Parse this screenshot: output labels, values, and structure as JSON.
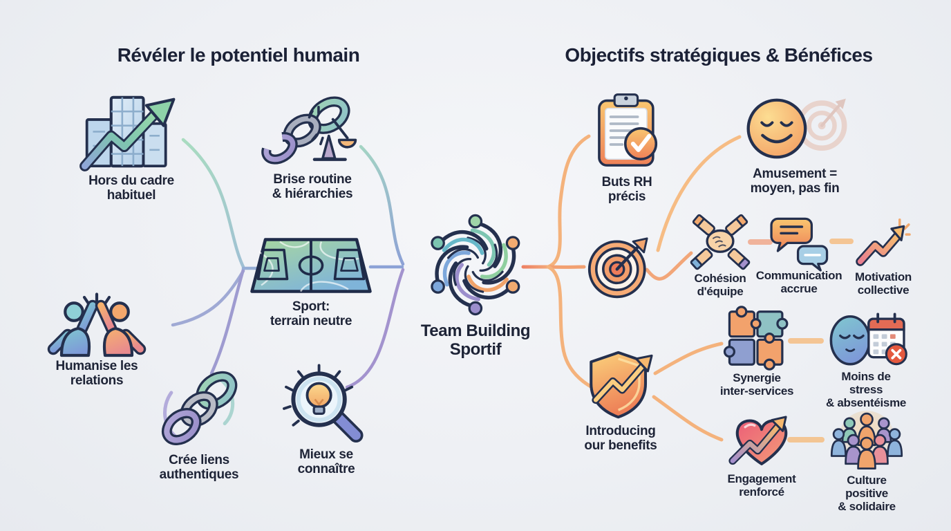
{
  "diagram": {
    "type": "mindmap-infographic",
    "center": {
      "label": "Team Building\nSportif"
    },
    "left": {
      "title": "Révéler le potentiel humain",
      "nodes": {
        "hors_cadre": {
          "icon": "building-growth-icon",
          "label": "Hors du cadre\nhabituel"
        },
        "brise": {
          "icon": "broken-chain-scale-icon",
          "label": "Brise routine\n& hiérarchies"
        },
        "sport": {
          "icon": "sports-field-icon",
          "label": "Sport:\nterrain neutre"
        },
        "humanise": {
          "icon": "high-five-people-icon",
          "label": "Humanise les\nrelations"
        },
        "liens": {
          "icon": "chain-links-icon",
          "label": "Crée liens\nauthentiques"
        },
        "connaitre": {
          "icon": "magnifier-lightbulb-icon",
          "label": "Mieux se\nconnaître"
        }
      }
    },
    "right": {
      "title": "Objectifs stratégiques & Bénéfices",
      "nodes": {
        "buts_rh": {
          "icon": "clipboard-check-icon",
          "label": "Buts RH\nprécis"
        },
        "amusement": {
          "icon": "smiley-target-icon",
          "label": "Amusement =\nmoyen, pas fin"
        },
        "target_hub": {
          "icon": "target-arrow-icon",
          "label": ""
        },
        "cohesion": {
          "icon": "hands-together-icon",
          "label": "Cohésion\nd'équipe"
        },
        "communication": {
          "icon": "speech-bubbles-icon",
          "label": "Communication\naccrue"
        },
        "motivation": {
          "icon": "rising-arrow-icon",
          "label": "Motivation\ncollective"
        },
        "benefits": {
          "icon": "shield-growth-icon",
          "label": "Introducing\nour benefits"
        },
        "synergie": {
          "icon": "puzzle-pieces-icon",
          "label": "Synergie\ninter-services"
        },
        "stress": {
          "icon": "calm-face-calendar-icon",
          "label": "Moins de stress\n& absentéisme"
        },
        "engagement": {
          "icon": "heart-arrow-icon",
          "label": "Engagement\nrenforcé"
        },
        "culture": {
          "icon": "people-group-icon",
          "label": "Culture positive\n& solidaire"
        }
      }
    },
    "palette": {
      "background": "#eef0f4",
      "text": "#1d2336",
      "left_line_teal": "#a4d4c3",
      "left_line_blue": "#8c9fd6",
      "right_line_orange": "#f4b27c",
      "accent_orange": "#ee8258",
      "accent_teal": "#7fc3cf",
      "accent_purple": "#9b8ecc"
    }
  }
}
